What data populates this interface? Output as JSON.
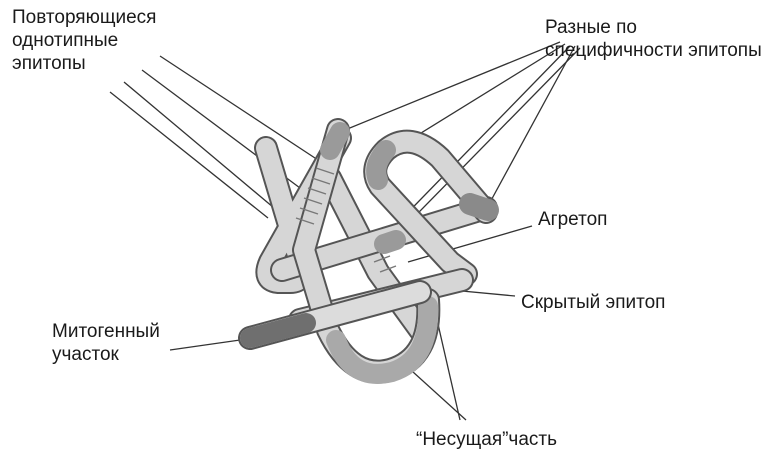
{
  "labels": {
    "repeated_epitopes": [
      "Повторяющиеся",
      "однотипные",
      "эпитопы"
    ],
    "different_epitopes": [
      "Разные по",
      "специфичности эпитопы"
    ],
    "agretope": "Агретоп",
    "hidden_epitope": "Скрытый эпитоп",
    "mitogenic_site": [
      "Митогенный",
      "участок"
    ],
    "carrier_part": "“Несущая”часть"
  },
  "colors": {
    "tube_light": "#d6d6d6",
    "tube_mid": "#a9a9a9",
    "tube_dark": "#6f6f6f",
    "outline": "#555555",
    "leader": "#333333"
  }
}
